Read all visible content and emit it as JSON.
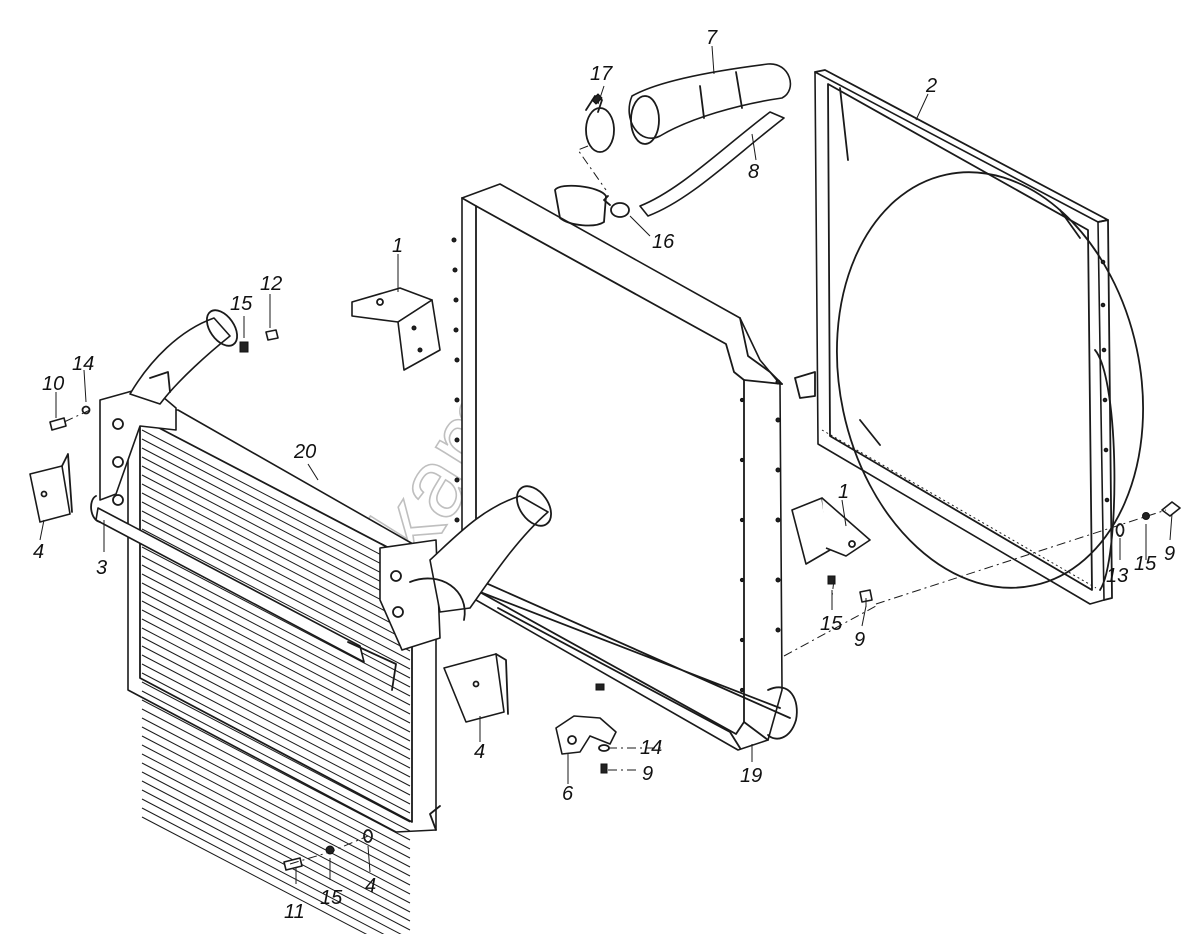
{
  "watermark": "www.kam.ru",
  "callouts": [
    {
      "id": "c1",
      "text": "1"
    },
    {
      "id": "c1b",
      "text": "1"
    },
    {
      "id": "c2",
      "text": "2"
    },
    {
      "id": "c3",
      "text": "3"
    },
    {
      "id": "c4a",
      "text": "4"
    },
    {
      "id": "c4b",
      "text": "4"
    },
    {
      "id": "c4c",
      "text": "4"
    },
    {
      "id": "c6",
      "text": "6"
    },
    {
      "id": "c7",
      "text": "7"
    },
    {
      "id": "c8",
      "text": "8"
    },
    {
      "id": "c9a",
      "text": "9"
    },
    {
      "id": "c9b",
      "text": "9"
    },
    {
      "id": "c9c",
      "text": "9"
    },
    {
      "id": "c10",
      "text": "10"
    },
    {
      "id": "c11",
      "text": "11"
    },
    {
      "id": "c12",
      "text": "12"
    },
    {
      "id": "c13",
      "text": "13"
    },
    {
      "id": "c14a",
      "text": "14"
    },
    {
      "id": "c14b",
      "text": "14"
    },
    {
      "id": "c15a",
      "text": "15"
    },
    {
      "id": "c15b",
      "text": "15"
    },
    {
      "id": "c15c",
      "text": "15"
    },
    {
      "id": "c15d",
      "text": "15"
    },
    {
      "id": "c16",
      "text": "16"
    },
    {
      "id": "c17",
      "text": "17"
    },
    {
      "id": "c19",
      "text": "19"
    },
    {
      "id": "c20",
      "text": "20"
    }
  ]
}
